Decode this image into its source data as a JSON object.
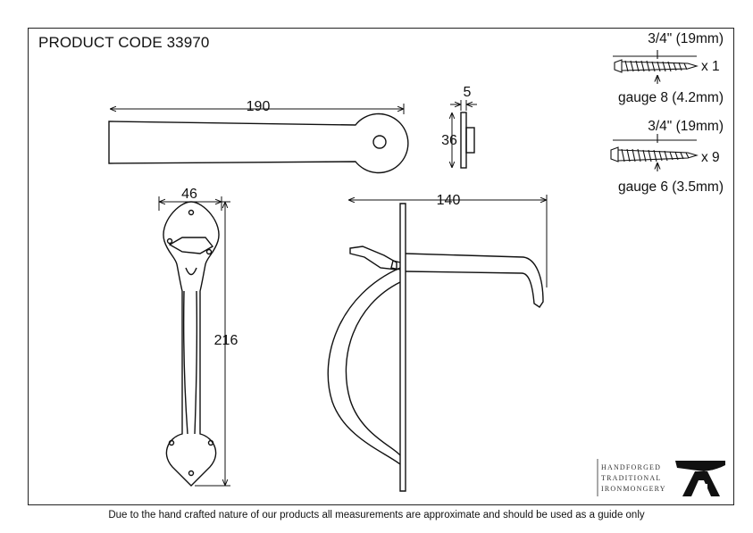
{
  "title": "PRODUCT CODE 33970",
  "dimensions": {
    "leaf_length": "190",
    "leaf_thickness": "5",
    "leaf_height": "36",
    "handle_width": "46",
    "handle_height": "216",
    "latch_length": "140"
  },
  "screws": [
    {
      "length": "3/4\" (19mm)",
      "quantity": "x 1",
      "gauge": "gauge 8 (4.2mm)"
    },
    {
      "length": "3/4\" (19mm)",
      "quantity": "x 9",
      "gauge": "gauge 6 (3.5mm)"
    }
  ],
  "logo": {
    "lines": [
      "HANDFORGED",
      "TRADITIONAL",
      "IRONMONGERY"
    ]
  },
  "footer": "Due to the hand crafted nature of our products all measurements are approximate and should be used as a guide only"
}
